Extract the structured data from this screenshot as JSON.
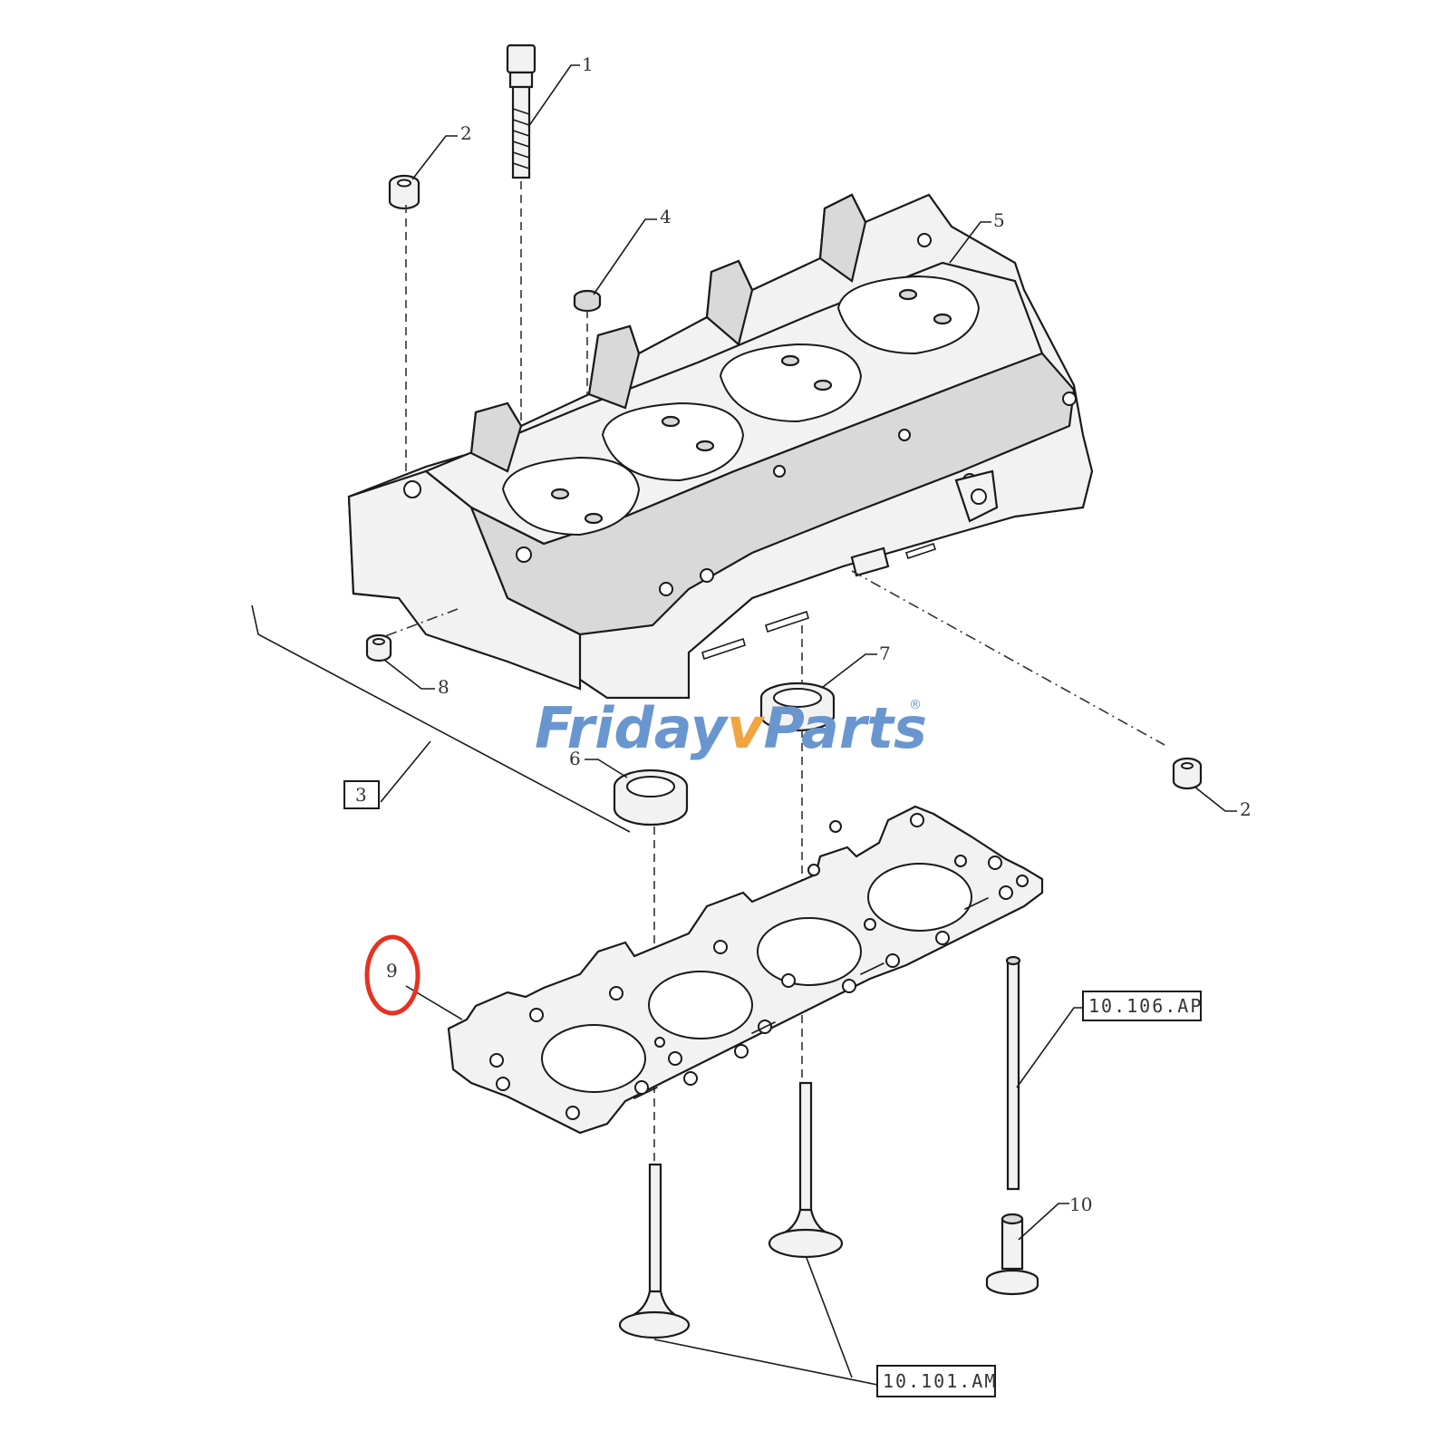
{
  "watermark": {
    "part_a": "Friday",
    "part_b": "v",
    "part_c": "Parts",
    "registered": "®",
    "color_main": "#6a96cf",
    "color_accent": "#f2a440"
  },
  "callouts": {
    "c1": "1",
    "c2_top": "2",
    "c2_right": "2",
    "c3": "3",
    "c4": "4",
    "c5": "5",
    "c6": "6",
    "c7": "7",
    "c8": "8",
    "c9": "9",
    "c10": "10"
  },
  "references": {
    "valves": "10.101.AM",
    "pushrod": "10.106.AP"
  },
  "highlight": {
    "part": "9",
    "color": "#e53222"
  }
}
